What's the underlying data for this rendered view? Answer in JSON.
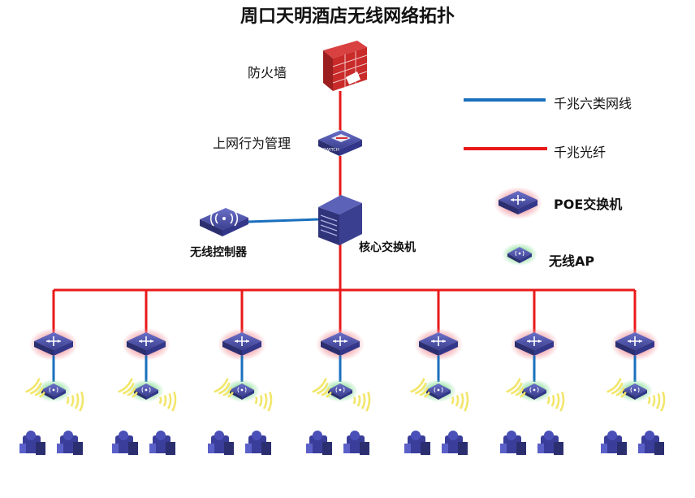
{
  "title": "周口天明酒店无线网络拓扑",
  "nodes": {
    "firewall": "防火墙",
    "behavior_mgmt": "上网行为管理",
    "core_switch": "核心交换机",
    "wireless_controller": "无线控制器"
  },
  "legend": {
    "cat6": "千兆六类网线",
    "fiber": "千兆光纤",
    "poe_switch": "POE交换机",
    "wireless_ap": "无线AP"
  },
  "colors": {
    "fiber": "#e8191a",
    "cat6": "#1a6fbd",
    "device": "#3b3f8f",
    "poe_glow": "#f4a6ad",
    "ap_glow": "#9ee3a9",
    "signal": "#f2e66a",
    "user": "#3a3e9a"
  },
  "branch_count": 7
}
